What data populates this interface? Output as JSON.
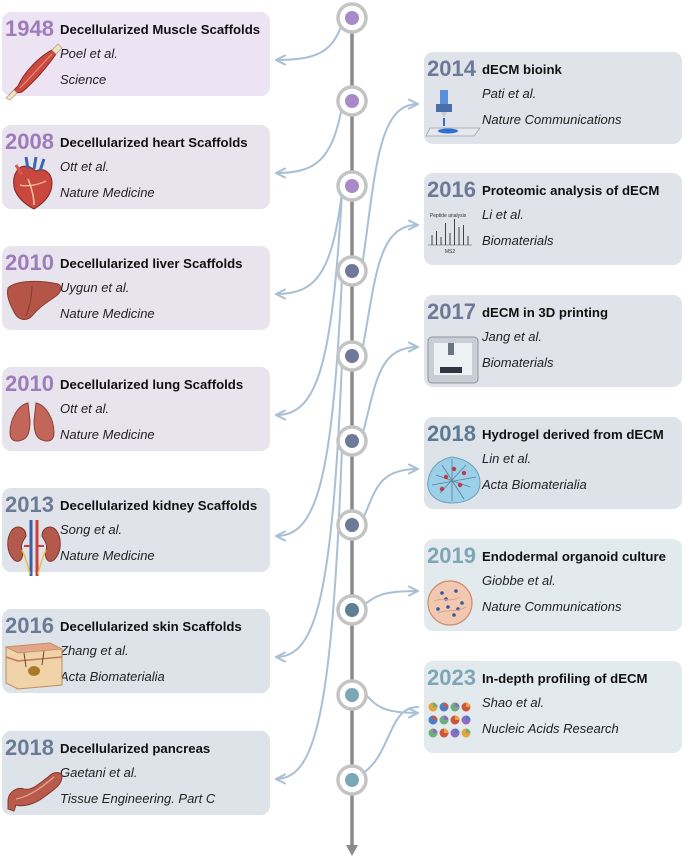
{
  "colors": {
    "card_purple": "#ece4f2",
    "card_lavender": "#e7e4ee",
    "card_slate": "#e1e3ea",
    "card_blue": "#dde3e9",
    "card_teal": "#e3eaee",
    "year_purple": "#9e7cbc",
    "year_slate": "#6b7a97",
    "year_blue": "#5c7b92",
    "year_teal": "#7ea6b6",
    "node_purple": "#a88ac9",
    "node_slate": "#6f7a9a",
    "node_blue": "#5f7f96",
    "node_teal": "#7ba8b6",
    "axis": "#8a8a8a",
    "connector": "#a9bfd4"
  },
  "left_events": [
    {
      "year": "1948",
      "title": "Decellularized Muscle Scaffolds",
      "authors": "Poel et al.",
      "journal": "Science",
      "icon": "muscle-icon"
    },
    {
      "year": "2008",
      "title": "Decellularized heart Scaffolds",
      "authors": "Ott et al.",
      "journal": "Nature Medicine",
      "icon": "heart-icon"
    },
    {
      "year": "2010",
      "title": "Decellularized liver Scaffolds",
      "authors": "Uygun et al.",
      "journal": "Nature Medicine",
      "icon": "liver-icon"
    },
    {
      "year": "2010",
      "title": "Decellularized lung Scaffolds",
      "authors": "Ott et al.",
      "journal": "Nature Medicine",
      "icon": "lung-icon"
    },
    {
      "year": "2013",
      "title": "Decellularized kidney Scaffolds",
      "authors": "Song et al.",
      "journal": "Nature Medicine",
      "icon": "kidney-icon"
    },
    {
      "year": "2016",
      "title": "Decellularized skin Scaffolds",
      "authors": "Zhang et al.",
      "journal": "Acta Biomaterialia",
      "icon": "skin-icon"
    },
    {
      "year": "2018",
      "title": "Decellularized pancreas",
      "authors": "Gaetani et al.",
      "journal": "Tissue Engineering. Part C",
      "icon": "pancreas-icon"
    }
  ],
  "right_events": [
    {
      "year": "2014",
      "title": "dECM bioink",
      "authors": "Pati et al.",
      "journal": "Nature Communications",
      "icon": "bioink-icon"
    },
    {
      "year": "2016",
      "title": "Proteomic analysis of dECM",
      "authors": "Li et al.",
      "journal": "Biomaterials",
      "icon": "peptide-spectrum-icon",
      "icon_text_top": "Peptide analysis",
      "icon_text_bottom": "MS2"
    },
    {
      "year": "2017",
      "title": "dECM in 3D printing",
      "authors": "Jang et al.",
      "journal": "Biomaterials",
      "icon": "printer-icon"
    },
    {
      "year": "2018",
      "title": "Hydrogel derived from dECM",
      "authors": "Lin et al.",
      "journal": "Acta Biomaterialia",
      "icon": "hydrogel-icon"
    },
    {
      "year": "2019",
      "title": "Endodermal organoid culture",
      "authors": "Giobbe et al.",
      "journal": "Nature Communications",
      "icon": "organoid-icon"
    },
    {
      "year": "2023",
      "title": "In-depth profiling of dECM",
      "authors": "Shao et al.",
      "journal": "Nucleic Acids Research",
      "icon": "profiling-icon"
    }
  ]
}
